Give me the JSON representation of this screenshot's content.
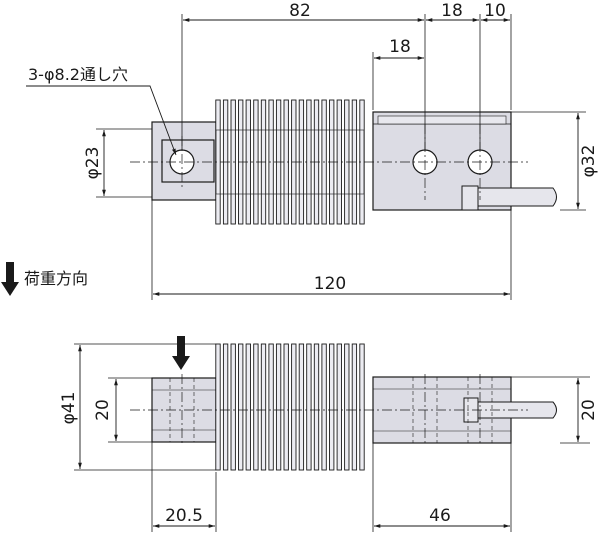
{
  "top_view": {
    "dim_82": "82",
    "dim_18_top": "18",
    "dim_10": "10",
    "dim_18_inner": "18",
    "hole_note": "3-φ8.2通し穴",
    "dim_phi23": "φ23",
    "dim_phi32": "φ32",
    "dim_120": "120"
  },
  "load_direction": {
    "label": "荷重方向"
  },
  "side_view": {
    "dim_phi41": "φ41",
    "dim_20_left": "20",
    "dim_20_right": "20",
    "dim_20_5": "20.5",
    "dim_46": "46"
  },
  "colors": {
    "body": "#dcdce4",
    "fins": "#ececf2",
    "line": "#1a1a1a"
  }
}
